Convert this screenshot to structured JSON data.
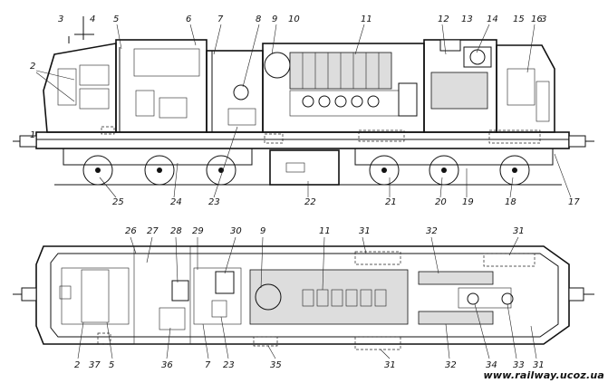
{
  "side_view_labels": [
    {
      "id": "sv1",
      "text": "1"
    },
    {
      "id": "sv2",
      "text": "2"
    },
    {
      "id": "sv3a",
      "text": "3"
    },
    {
      "id": "sv3b",
      "text": "3"
    },
    {
      "id": "sv4",
      "text": "4"
    },
    {
      "id": "sv5",
      "text": "5"
    },
    {
      "id": "sv6",
      "text": "6"
    },
    {
      "id": "sv7",
      "text": "7"
    },
    {
      "id": "sv8",
      "text": "8"
    },
    {
      "id": "sv9",
      "text": "9"
    },
    {
      "id": "sv10",
      "text": "10"
    },
    {
      "id": "sv11",
      "text": "11"
    },
    {
      "id": "sv12",
      "text": "12"
    },
    {
      "id": "sv13",
      "text": "13"
    },
    {
      "id": "sv14",
      "text": "14"
    },
    {
      "id": "sv15",
      "text": "15"
    },
    {
      "id": "sv16",
      "text": "16"
    },
    {
      "id": "sv17",
      "text": "17"
    },
    {
      "id": "sv18",
      "text": "18"
    },
    {
      "id": "sv19",
      "text": "19"
    },
    {
      "id": "sv20",
      "text": "20"
    },
    {
      "id": "sv21",
      "text": "21"
    },
    {
      "id": "sv22",
      "text": "22"
    },
    {
      "id": "sv23",
      "text": "23"
    },
    {
      "id": "sv24",
      "text": "24"
    },
    {
      "id": "sv25",
      "text": "25"
    }
  ],
  "plan_view_labels": [
    {
      "id": "pv26",
      "text": "26"
    },
    {
      "id": "pv27",
      "text": "27"
    },
    {
      "id": "pv28",
      "text": "28"
    },
    {
      "id": "pv29",
      "text": "29"
    },
    {
      "id": "pv30",
      "text": "30"
    },
    {
      "id": "pv9",
      "text": "9"
    },
    {
      "id": "pv11",
      "text": "11"
    },
    {
      "id": "pv31a",
      "text": "31"
    },
    {
      "id": "pv32a",
      "text": "32"
    },
    {
      "id": "pv31b",
      "text": "31"
    },
    {
      "id": "pv2",
      "text": "2"
    },
    {
      "id": "pv37",
      "text": "37"
    },
    {
      "id": "pv5",
      "text": "5"
    },
    {
      "id": "pv36",
      "text": "36"
    },
    {
      "id": "pv7",
      "text": "7"
    },
    {
      "id": "pv23",
      "text": "23"
    },
    {
      "id": "pv35",
      "text": "35"
    },
    {
      "id": "pv31c",
      "text": "31"
    },
    {
      "id": "pv32b",
      "text": "32"
    },
    {
      "id": "pv34",
      "text": "34"
    },
    {
      "id": "pv33",
      "text": "33"
    },
    {
      "id": "pv31d",
      "text": "31"
    }
  ],
  "watermark": "www.railway.ucoz.ua"
}
